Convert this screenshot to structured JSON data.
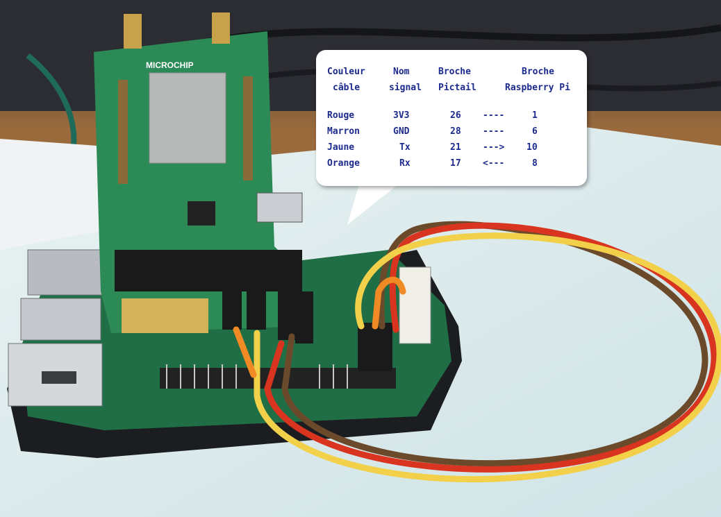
{
  "callout": {
    "headers": {
      "col1": [
        "Couleur",
        "câble"
      ],
      "col2": [
        "Nom",
        "signal"
      ],
      "col3": [
        "Broche",
        "Pictail"
      ],
      "col5": [
        "Broche",
        "Raspberry Pi"
      ]
    },
    "rows": [
      {
        "couleur": "Rouge",
        "signal": "3V3",
        "pictail": "26",
        "arrow": "----",
        "rpi": "1"
      },
      {
        "couleur": "Marron",
        "signal": "GND",
        "pictail": "28",
        "arrow": "----",
        "rpi": "6"
      },
      {
        "couleur": "Jaune",
        "signal": "Tx",
        "pictail": "21",
        "arrow": "--->",
        "rpi": "10"
      },
      {
        "couleur": "Orange",
        "signal": "Rx",
        "pictail": "17",
        "arrow": "<---",
        "rpi": "8"
      }
    ]
  },
  "board": {
    "brand": "MICROCHIP"
  },
  "colors": {
    "text": "#1b2a8c",
    "pcb": "#1f7d4f",
    "wire_brown": "#6b4a2b",
    "wire_red": "#d8341f",
    "wire_orange": "#f08a24",
    "wire_yellow": "#f2d04a"
  }
}
